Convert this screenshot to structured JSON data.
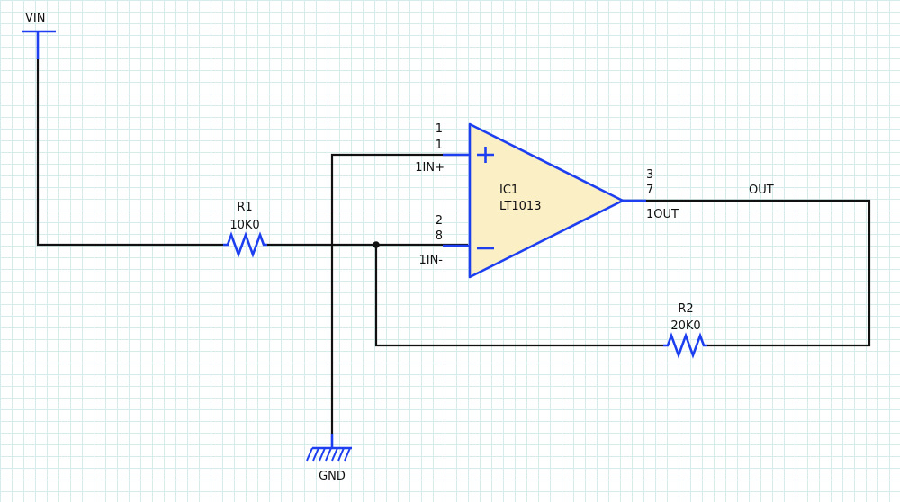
{
  "colors": {
    "wire": "#111111",
    "symbol": "#1e3ff0",
    "opamp_fill": "#fbefc5",
    "grid": "#d6ecec"
  },
  "power": {
    "vin_label": "VIN",
    "gnd_label": "GND"
  },
  "r1": {
    "ref": "R1",
    "value": "10K0"
  },
  "r2": {
    "ref": "R2",
    "value": "20K0"
  },
  "ic1": {
    "ref": "IC1",
    "part": "LT1013",
    "pin_plus": {
      "num_a": "1",
      "num_b": "1",
      "name": "1IN+"
    },
    "pin_minus": {
      "num_a": "2",
      "num_b": "8",
      "name": "1IN-"
    },
    "pin_out": {
      "num_a": "3",
      "num_b": "7",
      "name": "1OUT"
    }
  },
  "net_out_label": "OUT"
}
